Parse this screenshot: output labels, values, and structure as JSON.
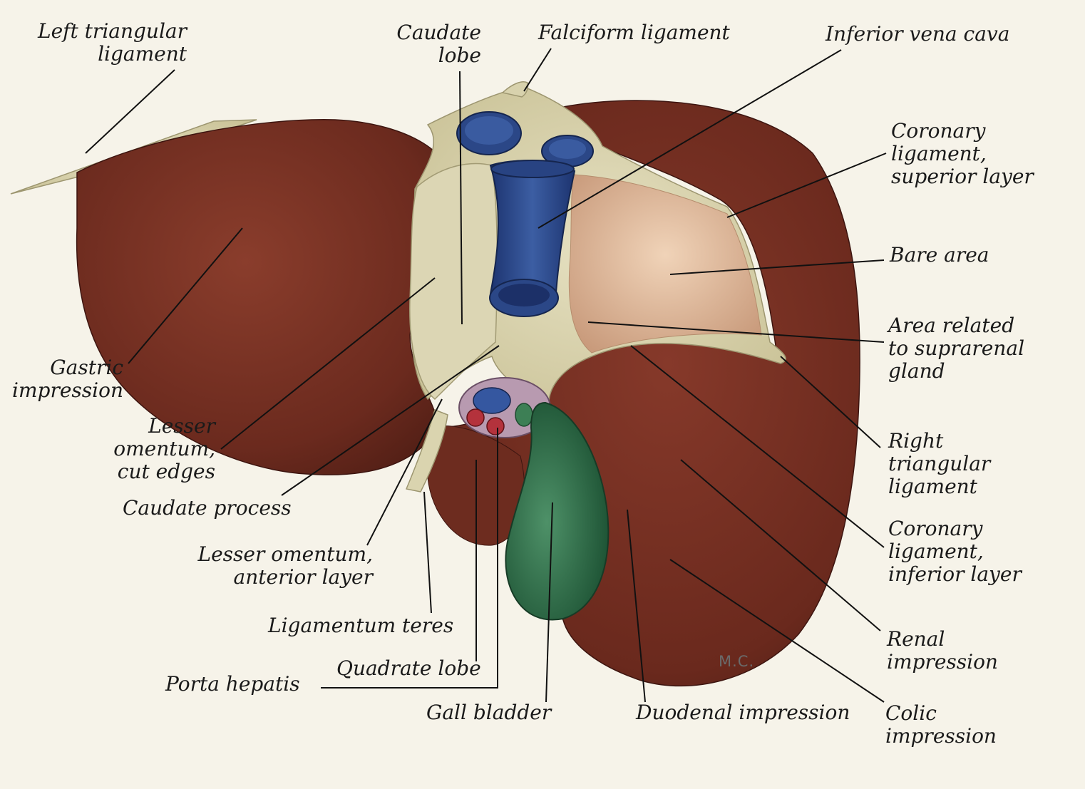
{
  "labels": {
    "left_triangular_ligament": "Left triangular\nligament",
    "caudate_lobe": "Caudate\nlobe",
    "falciform_ligament": "Falciform ligament",
    "inferior_vena_cava": "Inferior vena cava",
    "coronary_ligament_superior": "Coronary\nligament,\nsuperior layer",
    "bare_area": "Bare area",
    "area_suprarenal": "Area related\nto suprarenal\ngland",
    "gastric_impression": "Gastric\nimpression",
    "lesser_omentum_cut": "Lesser\nomentum,\ncut edges",
    "caudate_process": "Caudate process",
    "right_triangular_ligament": "Right\ntriangular\nligament",
    "coronary_ligament_inferior": "Coronary\nligament,\ninferior layer",
    "lesser_omentum_anterior": "Lesser omentum,\nanterior layer",
    "ligamentum_teres": "Ligamentum teres",
    "renal_impression": "Renal\nimpression",
    "quadrate_lobe": "Quadrate lobe",
    "porta_hepatis": "Porta hepatis",
    "gall_bladder": "Gall bladder",
    "duodenal_impression": "Duodenal impression",
    "colic_impression": "Colic\nimpression"
  },
  "signature": "M.C.",
  "colors": {
    "background": "#f6f3e9",
    "liver": "#6e2d20",
    "peritoneum": "#d9d3ae",
    "bare_area": "#e3c0a2",
    "vena_cava": "#2e4b86",
    "gall_bladder": "#2c6b47",
    "leader_lines": "#111111"
  }
}
